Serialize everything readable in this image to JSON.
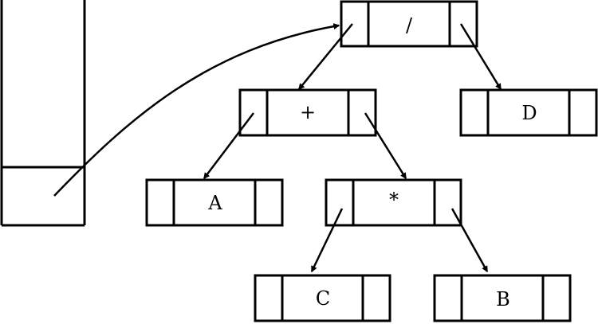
{
  "diagram": {
    "nodes": {
      "root": {
        "label": "/"
      },
      "plus": {
        "label": "+"
      },
      "d": {
        "label": "D"
      },
      "a": {
        "label": "A"
      },
      "times": {
        "label": "*"
      },
      "c": {
        "label": "C"
      },
      "b": {
        "label": "B"
      }
    },
    "edges": [
      {
        "from": "stack-slot",
        "to": "root"
      },
      {
        "from": "root",
        "to": "plus"
      },
      {
        "from": "root",
        "to": "d"
      },
      {
        "from": "plus",
        "to": "a"
      },
      {
        "from": "plus",
        "to": "times"
      },
      {
        "from": "times",
        "to": "c"
      },
      {
        "from": "times",
        "to": "b"
      }
    ]
  }
}
